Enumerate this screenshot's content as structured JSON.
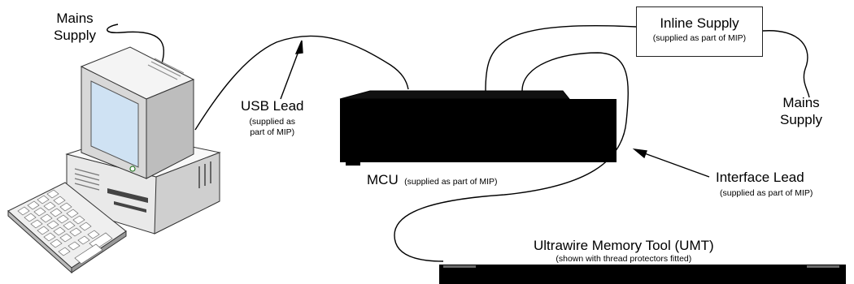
{
  "labels": {
    "mains_supply_left": [
      "Mains",
      "Supply"
    ],
    "mains_supply_right": [
      "Mains",
      "Supply"
    ],
    "usb_lead": "USB Lead",
    "usb_lead_note": [
      "(supplied as",
      "part of MIP)"
    ],
    "inline_supply": "Inline Supply",
    "inline_supply_note": "(supplied as part of MIP)",
    "mcu": "MCU",
    "mcu_note": "(supplied as part of MIP)",
    "interface_lead": "Interface Lead",
    "interface_lead_note": "(supplied as part of MIP)",
    "umt": "Ultrawire Memory Tool (UMT)",
    "umt_note": "(shown with thread protectors fitted)"
  },
  "colors": {
    "device_black": "#000000",
    "cable": "#000000",
    "pc_body": "#eeeeee",
    "screen": "#cfe2f3"
  },
  "icons": [
    "computer-icon",
    "keyboard-icon",
    "mcu-device",
    "umt-tool"
  ]
}
